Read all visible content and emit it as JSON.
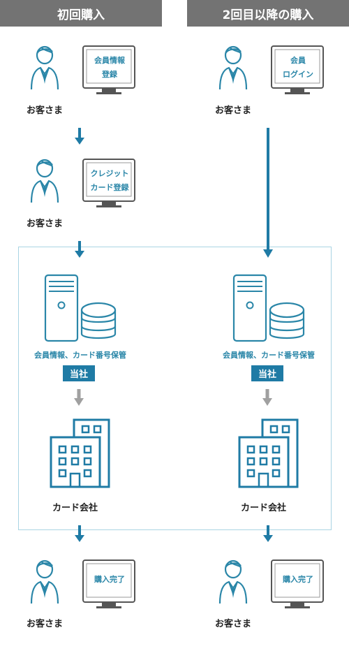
{
  "columns": {
    "first": {
      "title": "初回購入"
    },
    "repeat": {
      "title": "2回目以降の購入"
    }
  },
  "labels": {
    "customer": "お客さま",
    "company": "当社",
    "card_company": "カード会社",
    "storage_info": "会員情報、カード番号保管"
  },
  "screens": {
    "member_register": [
      "会員情報",
      "登録"
    ],
    "member_login": [
      "会員",
      "ログイン"
    ],
    "credit_register": [
      "クレジット",
      "カード登録"
    ],
    "purchase_done": [
      "購入完了"
    ]
  },
  "colors": {
    "header_bg": "#737373",
    "accent": "#1f7ba5",
    "icon_stroke": "#2a86a8",
    "arrow_blue": "#1f7ba5",
    "arrow_gray": "#a0a0a0",
    "box_border": "#a9d4e3"
  },
  "icons": [
    "person-icon",
    "monitor-icon",
    "server-icon",
    "database-icon",
    "building-icon",
    "arrow-down-icon"
  ]
}
